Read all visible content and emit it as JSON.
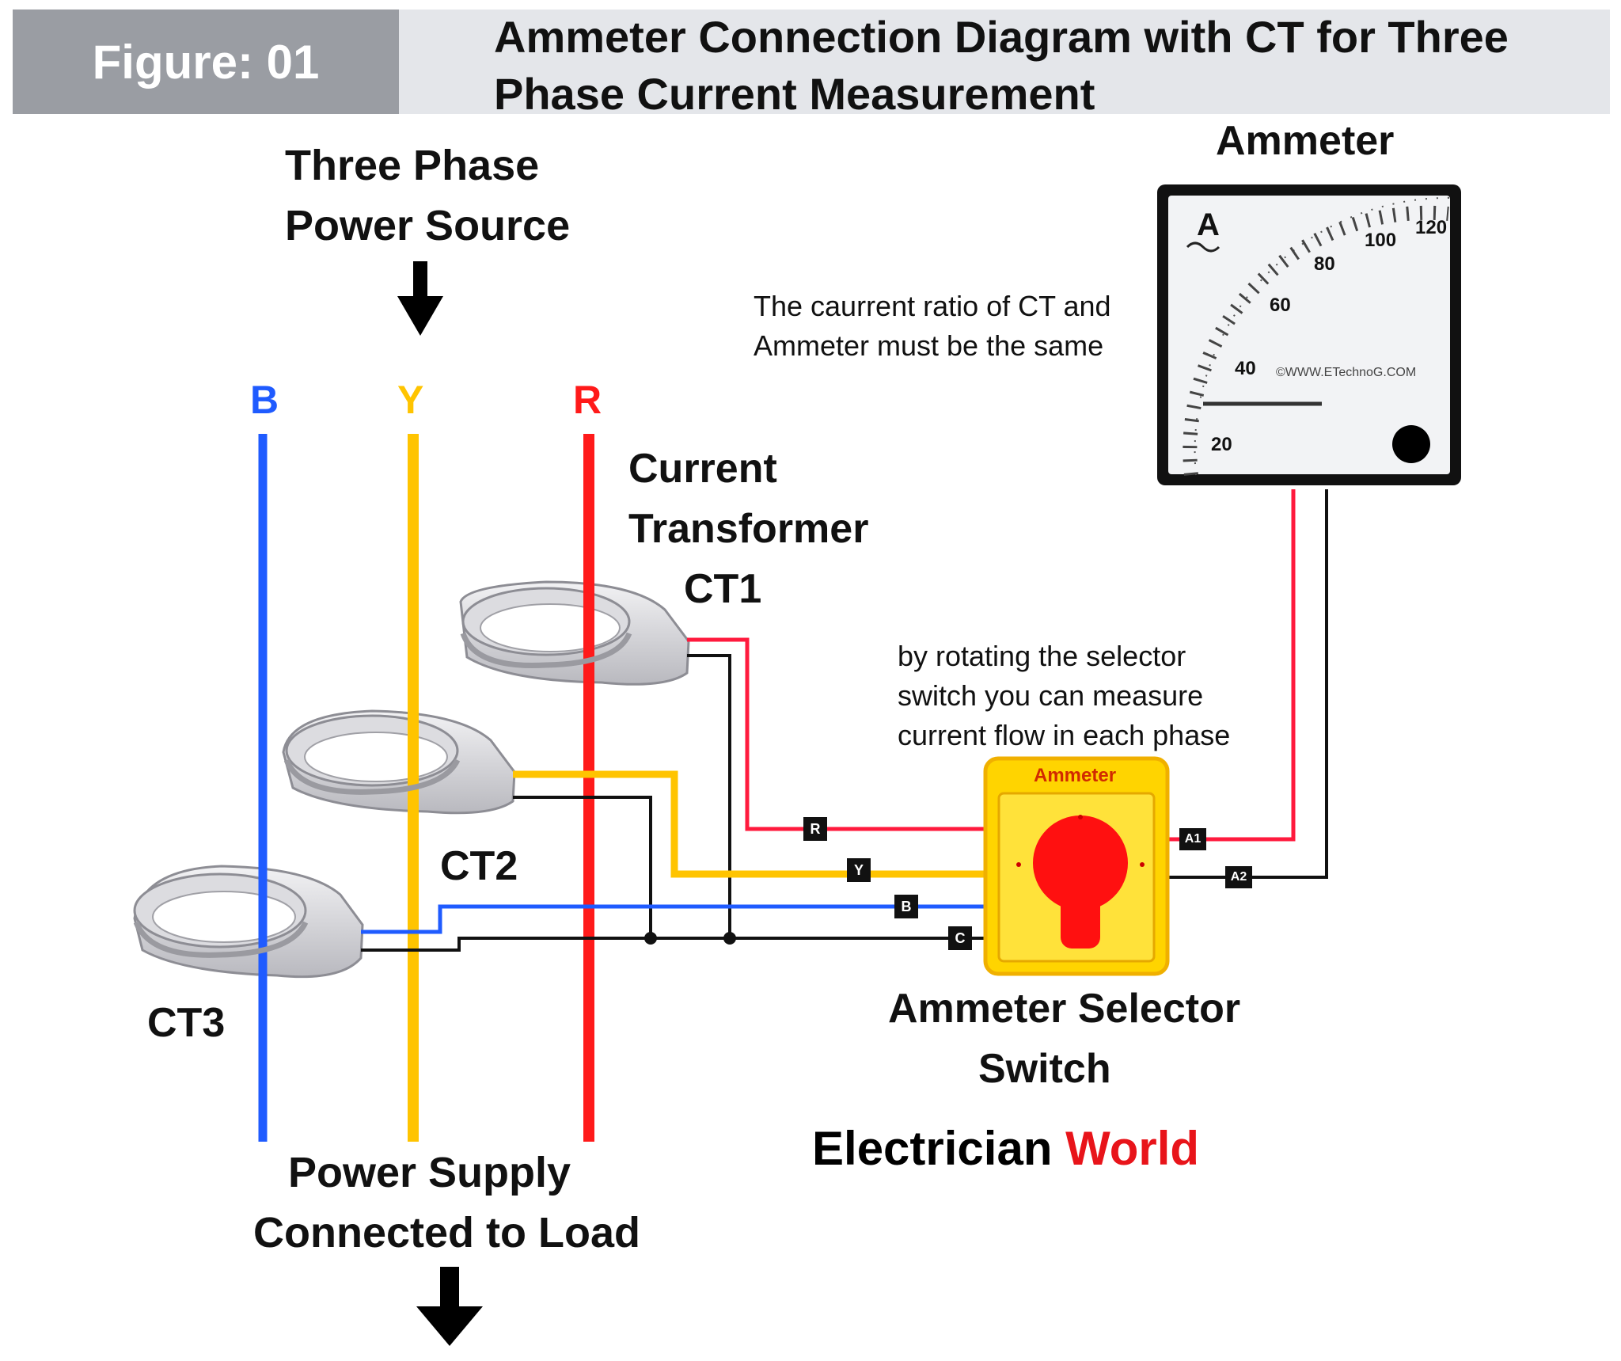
{
  "header": {
    "figure_label": "Figure: 01",
    "title_line1": "Ammeter Connection Diagram with CT for Three",
    "title_line2": "Phase Current Measurement"
  },
  "source": {
    "line1": "Three Phase",
    "line2": "Power Source"
  },
  "phases": {
    "b": "B",
    "y": "Y",
    "r": "R"
  },
  "ct_labels": {
    "ct1_line1": "Current",
    "ct1_line2": "Transformer",
    "ct1_line3": "CT1",
    "ct2": "CT2",
    "ct3": "CT3"
  },
  "ammeter": {
    "title": "Ammeter",
    "unit": "A",
    "scale": [
      "20",
      "40",
      "60",
      "80",
      "100",
      "120"
    ],
    "watermark": "©WWW.ETechnoG.COM"
  },
  "notes": {
    "ratio_line1": "The caurrent ratio of CT and",
    "ratio_line2": "Ammeter must be the same",
    "selector_line1": "by rotating the selector",
    "selector_line2": "switch you can measure",
    "selector_line3": "current flow in each phase"
  },
  "selector_switch": {
    "panel_label": "Ammeter",
    "terminals": [
      "R",
      "Y",
      "B",
      "C"
    ],
    "outputs": [
      "A1",
      "A2"
    ],
    "name_line1": "Ammeter Selector",
    "name_line2": "Switch"
  },
  "load": {
    "line1": "Power Supply",
    "line2": "Connected to Load"
  },
  "brand": {
    "part1": "Electrician",
    "part2": "World"
  },
  "colors": {
    "blue": "#1f5bff",
    "yellow": "#ffc400",
    "red": "#ff1a1a",
    "switch_yellow": "#ffd400"
  }
}
